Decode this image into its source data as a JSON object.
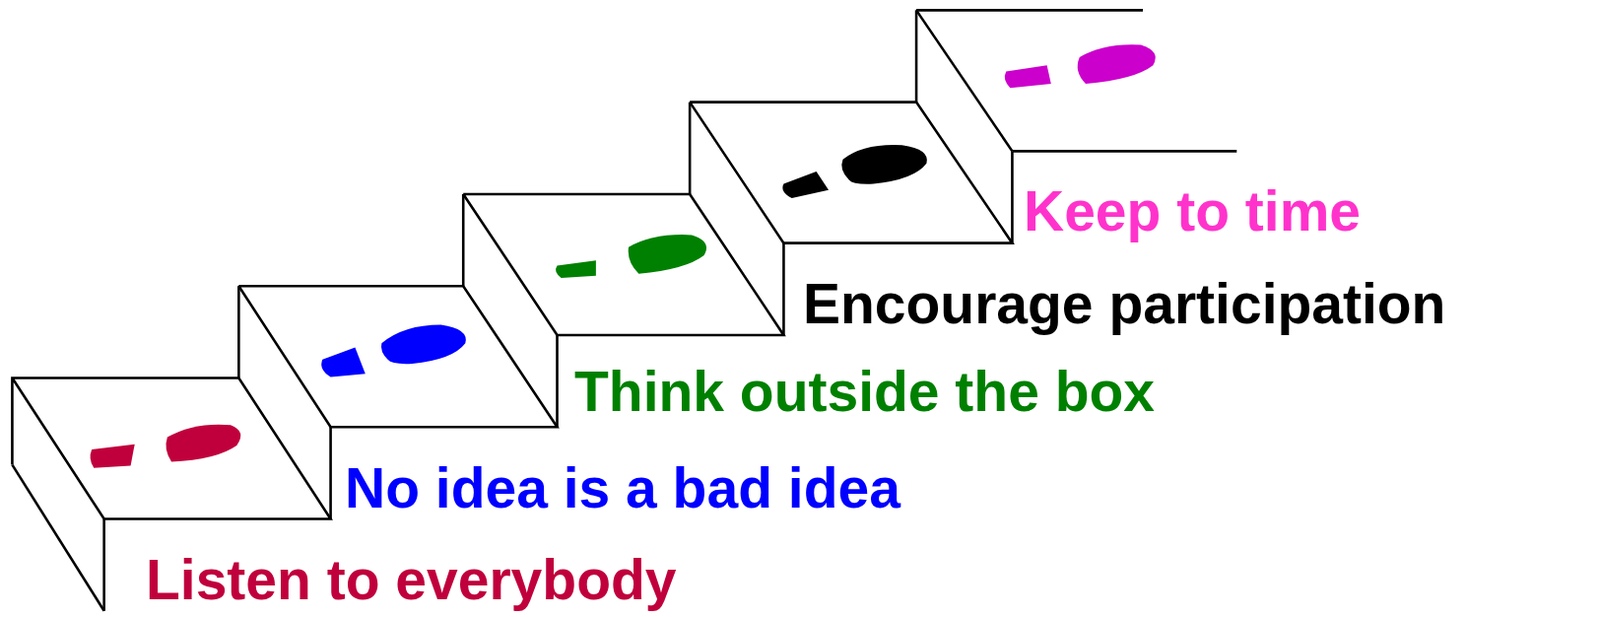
{
  "diagram": {
    "labels": [
      "Listen to everybody",
      "No idea is a bad idea",
      "Think outside the box",
      "Encourage participation",
      "Keep to time"
    ]
  }
}
